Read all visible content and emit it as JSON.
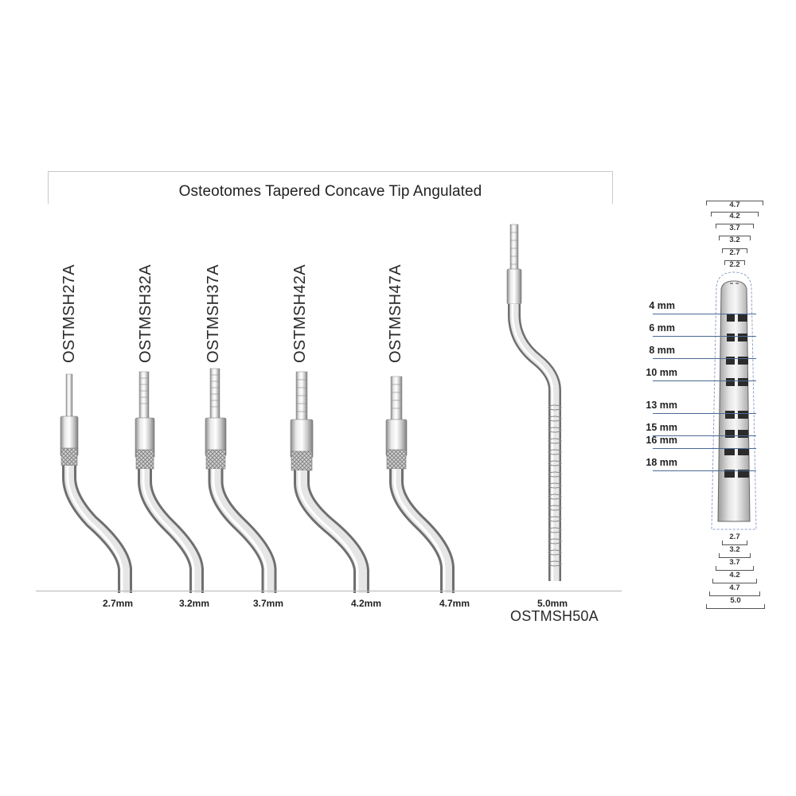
{
  "title": "Osteotomes Tapered Concave Tip Angulated",
  "instruments": [
    {
      "code": "OSTMSH27A",
      "size": "2.7mm"
    },
    {
      "code": "OSTMSH32A",
      "size": "3.2mm"
    },
    {
      "code": "OSTMSH37A",
      "size": "3.7mm"
    },
    {
      "code": "OSTMSH42A",
      "size": "4.2mm"
    },
    {
      "code": "OSTMSH47A",
      "size": "4.7mm"
    },
    {
      "code": "OSTMSH50A",
      "size": "5.0mm"
    }
  ],
  "gauge": {
    "depth_marks": [
      "4 mm",
      "6 mm",
      "8 mm",
      "10 mm",
      "13 mm",
      "15 mm",
      "16 mm",
      "18 mm"
    ],
    "top_diameters": [
      "4.7",
      "4.2",
      "3.7",
      "3.2",
      "2.7",
      "2.2"
    ],
    "bottom_diameters": [
      "2.7",
      "3.2",
      "3.7",
      "4.2",
      "4.7",
      "5.0"
    ]
  },
  "colors": {
    "steel_light": "#f2f2f2",
    "steel_mid": "#bdbdbd",
    "steel_dark": "#7a7a7a",
    "gauge_band": "#2b2b2b",
    "gauge_line": "#4a6a95"
  }
}
